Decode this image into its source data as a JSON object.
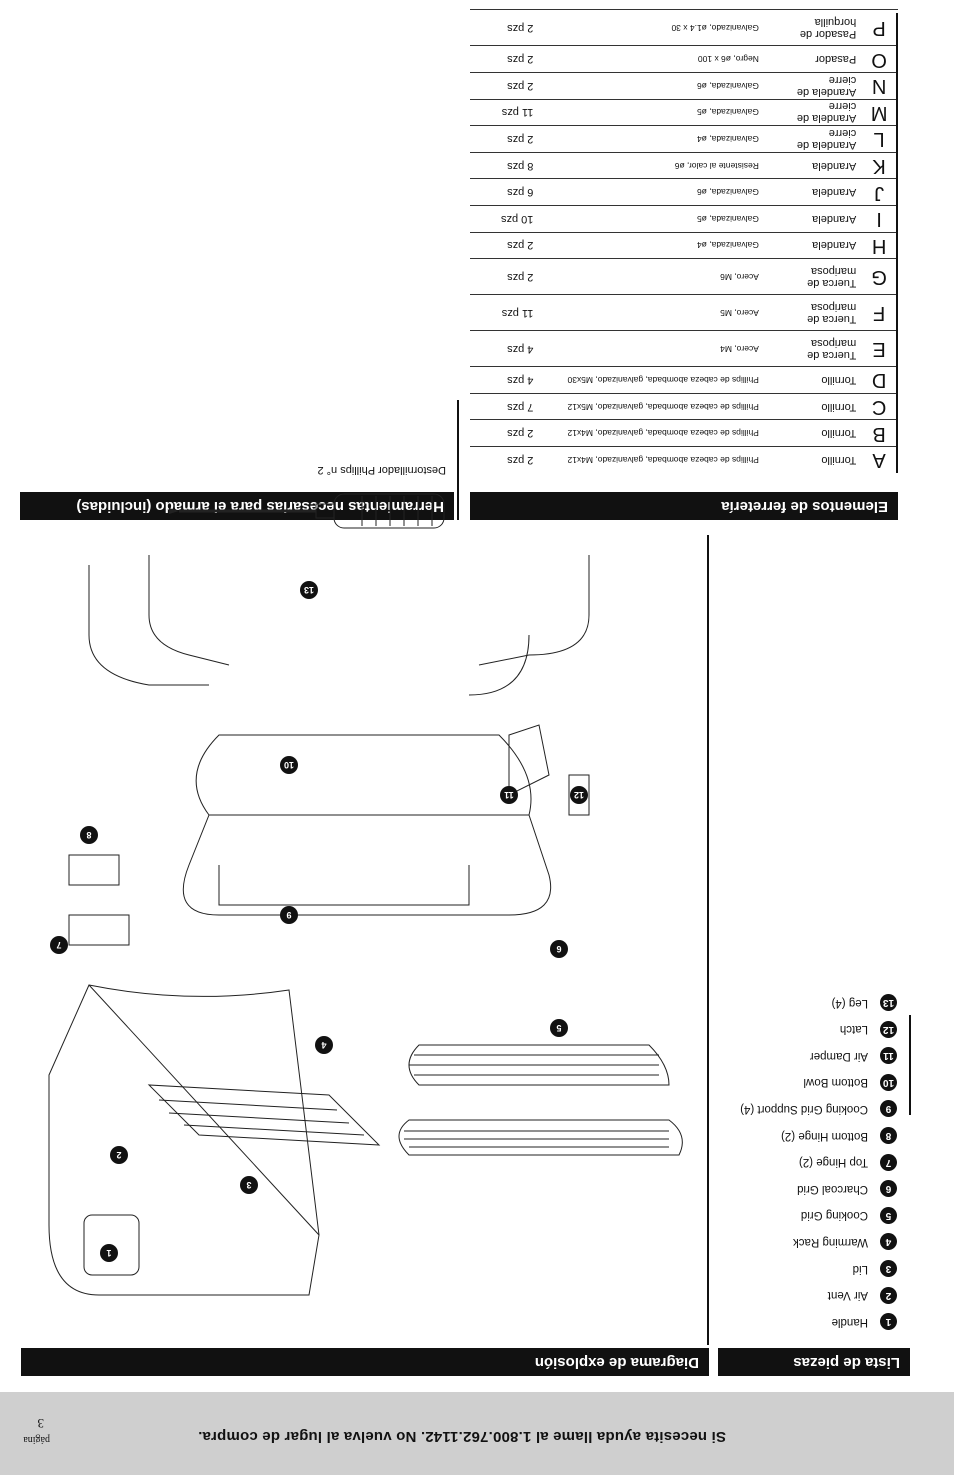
{
  "footer": {
    "help_text": "Si necesita ayuda llame al 1.800.762.1142. No vuelva al lugar de compra.",
    "page_word": "página",
    "page_number": "3"
  },
  "sections": {
    "parts_list_title": "Lista de piezas",
    "exploded_title": "Diagrama de explosión",
    "hardware_title": "Elementos de ferretería",
    "tools_title": "Herramientas necesarias para el armado (incluidas)"
  },
  "parts": [
    {
      "num": "1",
      "name": "Handle"
    },
    {
      "num": "2",
      "name": "Air Vent"
    },
    {
      "num": "3",
      "name": "Lid"
    },
    {
      "num": "4",
      "name": "Warming Rack"
    },
    {
      "num": "5",
      "name": "Cooking Grid"
    },
    {
      "num": "6",
      "name": "Charcoal Grid"
    },
    {
      "num": "7",
      "name": "Top Hinge (2)"
    },
    {
      "num": "8",
      "name": "Bottom Hinge (2)"
    },
    {
      "num": "9",
      "name": "Cooking Grid Support (4)"
    },
    {
      "num": "10",
      "name": "Bottom Bowl"
    },
    {
      "num": "11",
      "name": "Air Damper"
    },
    {
      "num": "12",
      "name": "Latch"
    },
    {
      "num": "13",
      "name": "Leg (4)"
    }
  ],
  "hardware": [
    {
      "letter": "A",
      "name": "Tornillo",
      "spec": "Phillips de cabeza abombada, galvanizado, M4x12",
      "qty": "2 pzs"
    },
    {
      "letter": "B",
      "name": "Tornillo",
      "spec": "Phillips de cabeza abombada, galvanizado, M4x12",
      "qty": "2 pzs"
    },
    {
      "letter": "C",
      "name": "Tornillo",
      "spec": "Phillips de cabeza abombada, galvanizado, M5x12",
      "qty": "7 pzs"
    },
    {
      "letter": "D",
      "name": "Tornillo",
      "spec": "Phillips de cabeza abombada, galvanizado, M5x30",
      "qty": "4 pzs"
    },
    {
      "letter": "E",
      "name": "Tuerca de mariposa",
      "spec": "Acero, M4",
      "qty": "4 pzs"
    },
    {
      "letter": "F",
      "name": "Tuerca de mariposa",
      "spec": "Acero, M5",
      "qty": "11 pzs"
    },
    {
      "letter": "G",
      "name": "Tuerca de mariposa",
      "spec": "Acero, M6",
      "qty": "2 pzs"
    },
    {
      "letter": "H",
      "name": "Arandela",
      "spec": "Galvanizada, ø4",
      "qty": "2 pzs"
    },
    {
      "letter": "I",
      "name": "Arandela",
      "spec": "Galvanizada, ø5",
      "qty": "10 pzs"
    },
    {
      "letter": "J",
      "name": "Arandela",
      "spec": "Galvanizada, ø6",
      "qty": "6 pzs"
    },
    {
      "letter": "K",
      "name": "Arandela",
      "spec": "Resistente al calor, ø6",
      "qty": "8 pzs"
    },
    {
      "letter": "L",
      "name": "Arandela de cierre",
      "spec": "Galvanizada, ø4",
      "qty": "2 pzs"
    },
    {
      "letter": "M",
      "name": "Arandela de cierre",
      "spec": "Galvanizada, ø5",
      "qty": "11 pzs"
    },
    {
      "letter": "N",
      "name": "Arandela de cierre",
      "spec": "Galvanizada, ø6",
      "qty": "2 pzs"
    },
    {
      "letter": "O",
      "name": "Pasador",
      "spec": "Negro, ø6 x 100",
      "qty": "2 pzs"
    },
    {
      "letter": "P",
      "name": "Pasador de horquilla",
      "spec": "Galvanizado, ø1.4 x 30",
      "qty": "2 pzs"
    }
  ],
  "tools": {
    "screwdriver_label": "Destornillador Phillips n° 2"
  },
  "diagram_callouts": [
    "1",
    "2",
    "3",
    "4",
    "5",
    "6",
    "7",
    "8",
    "9",
    "10",
    "11",
    "12",
    "13"
  ]
}
